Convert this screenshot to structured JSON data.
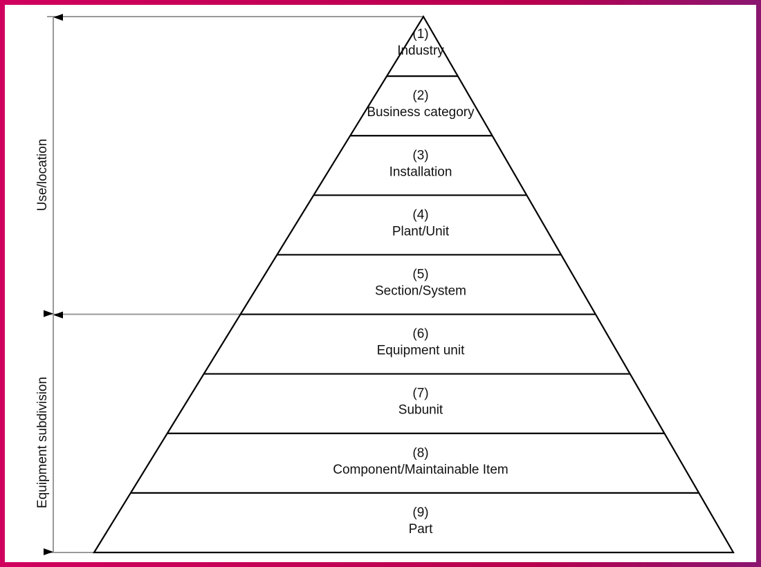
{
  "levels": [
    {
      "number": "(1)",
      "label": "Industry"
    },
    {
      "number": "(2)",
      "label": "Business category"
    },
    {
      "number": "(3)",
      "label": "Installation"
    },
    {
      "number": "(4)",
      "label": "Plant/Unit"
    },
    {
      "number": "(5)",
      "label": "Section/System"
    },
    {
      "number": "(6)",
      "label": "Equipment unit"
    },
    {
      "number": "(7)",
      "label": "Subunit"
    },
    {
      "number": "(8)",
      "label": "Component/Maintainable Item"
    },
    {
      "number": "(9)",
      "label": "Part"
    }
  ],
  "groups": [
    {
      "label": "Use/location",
      "levels": "1-5"
    },
    {
      "label": "Equipment subdivision",
      "levels": "6-9"
    }
  ],
  "colors": {
    "frame": "#c8005a",
    "line": "#000000",
    "guide": "#999999"
  }
}
